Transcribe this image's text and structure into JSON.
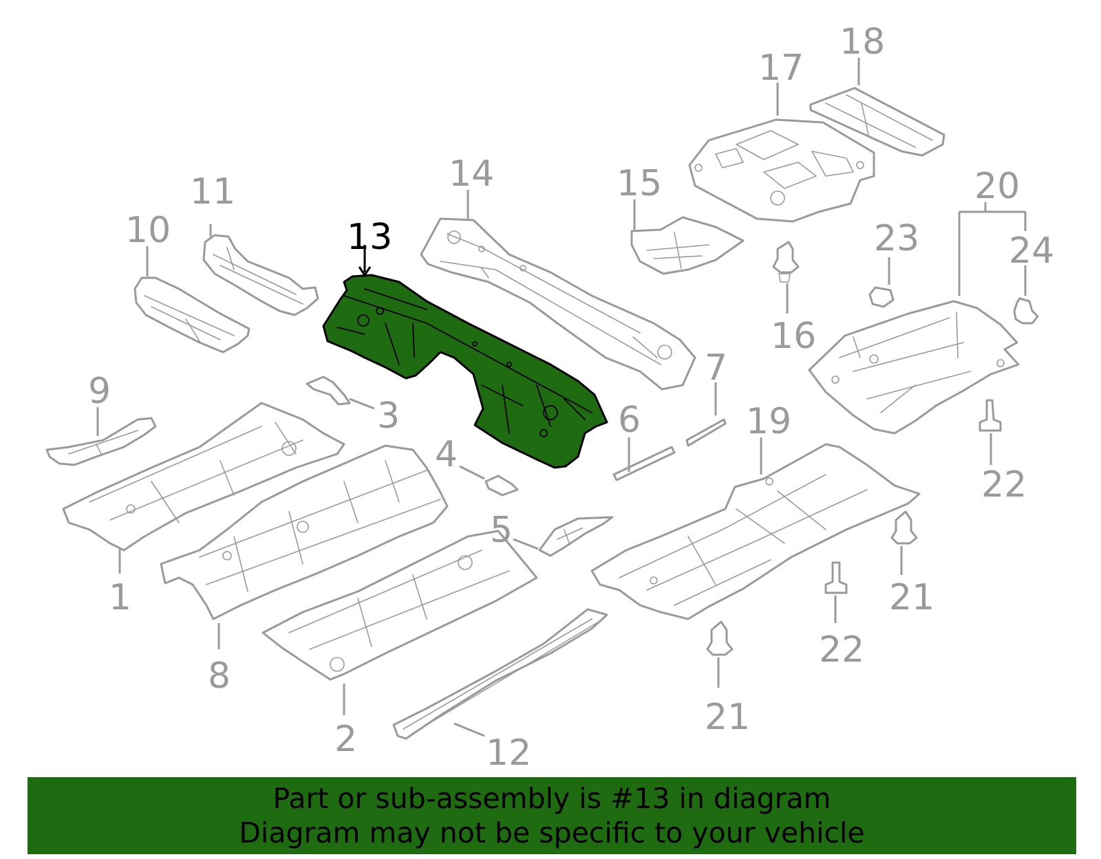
{
  "diagram": {
    "highlighted_part": "13",
    "highlight_color": "#1f6b12",
    "part_color": "#9a9a9a",
    "callouts": {
      "c1": "1",
      "c2": "2",
      "c3": "3",
      "c4": "4",
      "c5": "5",
      "c6": "6",
      "c7": "7",
      "c8": "8",
      "c9": "9",
      "c10": "10",
      "c11": "11",
      "c12": "12",
      "c13": "13",
      "c14": "14",
      "c15": "15",
      "c16": "16",
      "c17": "17",
      "c18": "18",
      "c19": "19",
      "c20": "20",
      "c21a": "21",
      "c21b": "21",
      "c22a": "22",
      "c22b": "22",
      "c23": "23",
      "c24": "24"
    }
  },
  "footer": {
    "line1": "Part or sub-assembly is #13 in diagram",
    "line2": "Diagram may not be specific to your vehicle"
  }
}
